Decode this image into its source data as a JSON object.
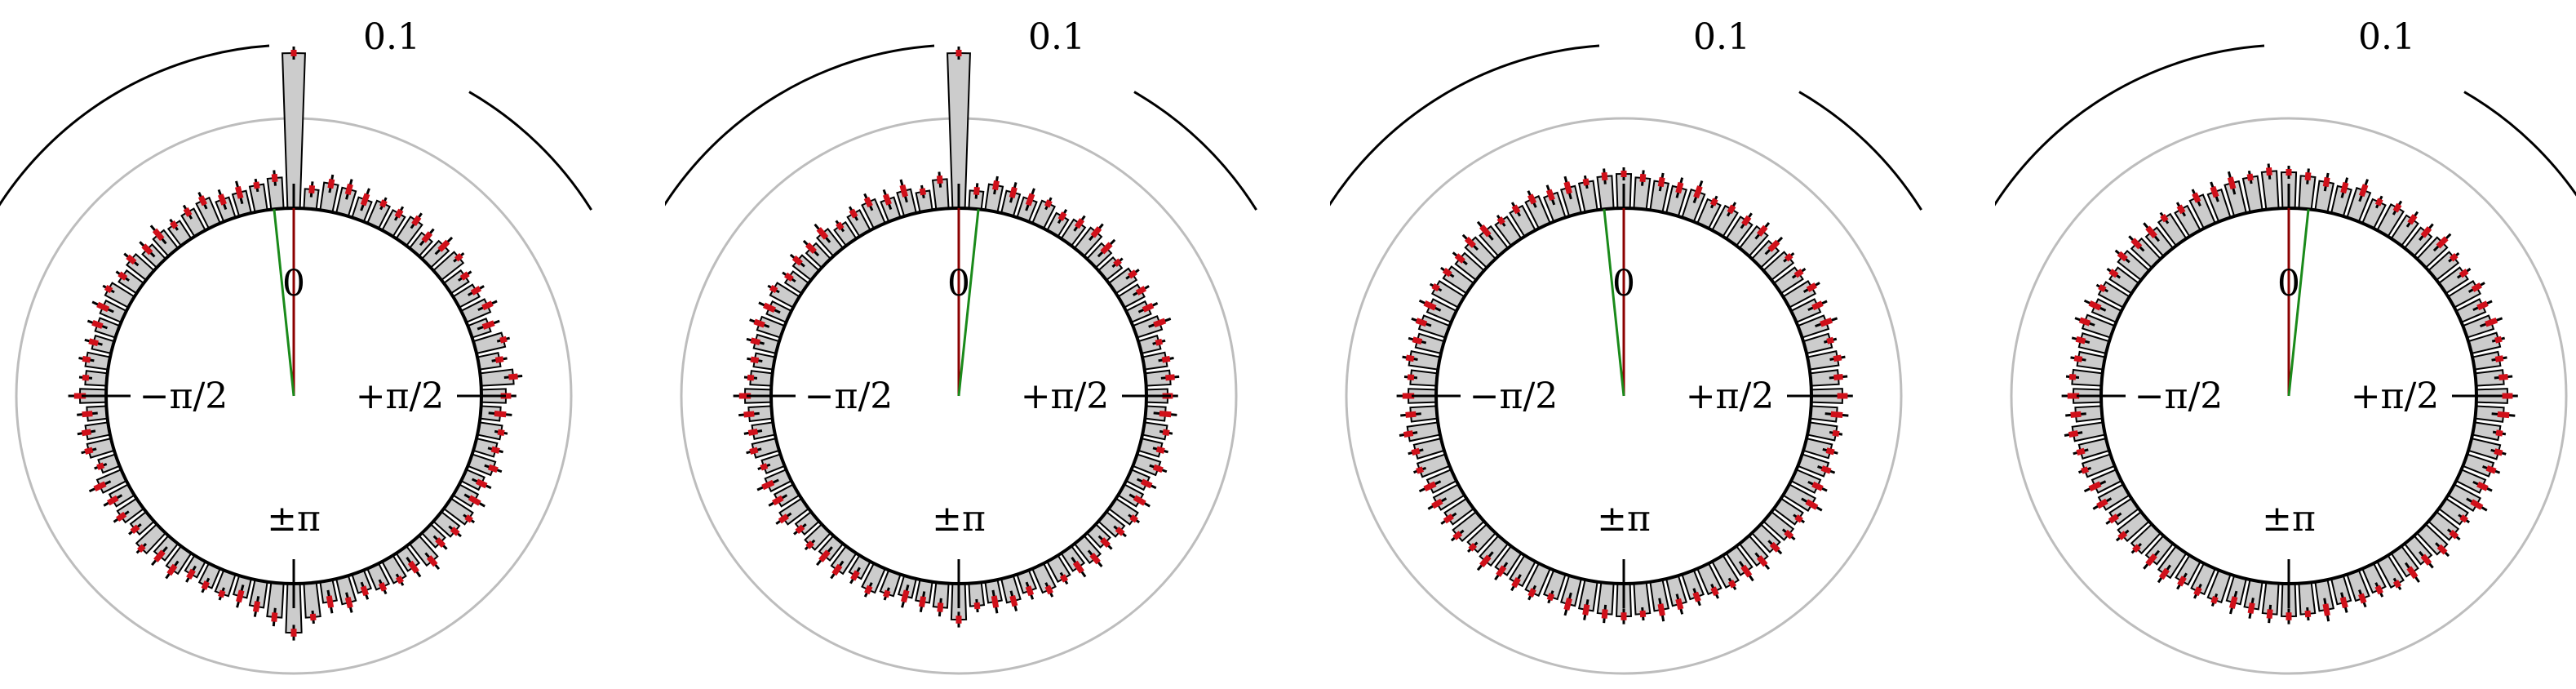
{
  "chart_data": [
    {
      "type": "circular-histogram",
      "bins": 72,
      "range_label": "0.1",
      "zero_label": "0",
      "angle_labels": {
        "top": "0",
        "right": "+π/2",
        "bottom": "±π",
        "left": "−π/2"
      },
      "values": [
        0.095,
        0.012,
        0.017,
        0.016,
        0.013,
        0.015,
        0.014,
        0.016,
        0.012,
        0.015,
        0.017,
        0.013,
        0.014,
        0.016,
        0.012,
        0.018,
        0.013,
        0.02,
        0.015,
        0.012,
        0.014,
        0.013,
        0.015,
        0.012,
        0.013,
        0.016,
        0.014,
        0.012,
        0.017,
        0.013,
        0.015,
        0.014,
        0.012,
        0.016,
        0.013,
        0.021,
        0.03,
        0.021,
        0.016,
        0.012,
        0.014,
        0.013,
        0.011,
        0.015,
        0.013,
        0.017,
        0.012,
        0.014,
        0.013,
        0.016,
        0.011,
        0.015,
        0.014,
        0.012,
        0.016,
        0.013,
        0.014,
        0.012,
        0.013,
        0.014,
        0.016,
        0.013,
        0.015,
        0.012,
        0.014,
        0.013,
        0.015,
        0.017,
        0.013,
        0.014,
        0.016,
        0.019
      ],
      "mean_direction_deg": -6,
      "mean_direction_ref_deg": 0
    },
    {
      "type": "circular-histogram",
      "bins": 72,
      "range_label": "0.1",
      "zero_label": "0",
      "angle_labels": {
        "top": "0",
        "right": "+π/2",
        "bottom": "±π",
        "left": "−π/2"
      },
      "values": [
        0.095,
        0.011,
        0.016,
        0.014,
        0.013,
        0.015,
        0.012,
        0.014,
        0.016,
        0.013,
        0.012,
        0.015,
        0.014,
        0.013,
        0.016,
        0.012,
        0.014,
        0.015,
        0.013,
        0.012,
        0.014,
        0.013,
        0.015,
        0.012,
        0.013,
        0.016,
        0.014,
        0.012,
        0.015,
        0.013,
        0.014,
        0.016,
        0.012,
        0.015,
        0.013,
        0.014,
        0.022,
        0.015,
        0.013,
        0.012,
        0.014,
        0.016,
        0.012,
        0.015,
        0.013,
        0.014,
        0.012,
        0.016,
        0.013,
        0.014,
        0.012,
        0.015,
        0.013,
        0.014,
        0.016,
        0.013,
        0.012,
        0.014,
        0.015,
        0.013,
        0.016,
        0.012,
        0.014,
        0.013,
        0.015,
        0.012,
        0.014,
        0.016,
        0.013,
        0.015,
        0.012,
        0.018
      ],
      "mean_direction_deg": 6,
      "mean_direction_ref_deg": 0
    },
    {
      "type": "circular-histogram",
      "bins": 72,
      "range_label": "0.1",
      "zero_label": "0",
      "angle_labels": {
        "top": "0",
        "right": "+π/2",
        "bottom": "±π",
        "left": "−π/2"
      },
      "values": [
        0.021,
        0.019,
        0.018,
        0.017,
        0.018,
        0.016,
        0.017,
        0.016,
        0.017,
        0.015,
        0.017,
        0.016,
        0.018,
        0.016,
        0.017,
        0.016,
        0.018,
        0.017,
        0.019,
        0.016,
        0.017,
        0.016,
        0.017,
        0.016,
        0.018,
        0.016,
        0.017,
        0.016,
        0.017,
        0.016,
        0.018,
        0.017,
        0.016,
        0.017,
        0.018,
        0.019,
        0.02,
        0.019,
        0.018,
        0.017,
        0.016,
        0.018,
        0.017,
        0.016,
        0.017,
        0.016,
        0.018,
        0.016,
        0.017,
        0.016,
        0.018,
        0.017,
        0.019,
        0.016,
        0.017,
        0.016,
        0.018,
        0.016,
        0.017,
        0.016,
        0.018,
        0.017,
        0.016,
        0.018,
        0.017,
        0.016,
        0.017,
        0.018,
        0.016,
        0.017,
        0.018,
        0.02
      ],
      "mean_direction_deg": -6,
      "mean_direction_ref_deg": 0
    },
    {
      "type": "circular-histogram",
      "bins": 72,
      "range_label": "0.1",
      "zero_label": "0",
      "angle_labels": {
        "top": "0",
        "right": "+π/2",
        "bottom": "±π",
        "left": "−π/2"
      },
      "values": [
        0.022,
        0.02,
        0.018,
        0.017,
        0.019,
        0.016,
        0.018,
        0.017,
        0.016,
        0.018,
        0.017,
        0.016,
        0.018,
        0.016,
        0.017,
        0.018,
        0.016,
        0.017,
        0.019,
        0.017,
        0.016,
        0.018,
        0.017,
        0.016,
        0.018,
        0.016,
        0.017,
        0.018,
        0.016,
        0.017,
        0.018,
        0.016,
        0.017,
        0.016,
        0.018,
        0.019,
        0.02,
        0.019,
        0.017,
        0.016,
        0.018,
        0.017,
        0.016,
        0.018,
        0.016,
        0.017,
        0.018,
        0.016,
        0.017,
        0.016,
        0.018,
        0.017,
        0.019,
        0.016,
        0.017,
        0.018,
        0.016,
        0.017,
        0.018,
        0.016,
        0.017,
        0.016,
        0.018,
        0.017,
        0.016,
        0.018,
        0.017,
        0.019,
        0.018,
        0.02,
        0.021,
        0.023
      ],
      "mean_direction_deg": 6,
      "mean_direction_ref_deg": 0
    }
  ],
  "colors": {
    "bar_fill": "#cccccc",
    "bar_stroke": "#000000",
    "error_box": "#d0101a",
    "outer_ring": "#bdbdbd",
    "range_arc": "#000000",
    "mean_line": "#1a8a1a",
    "ref_line": "#8b0000"
  }
}
